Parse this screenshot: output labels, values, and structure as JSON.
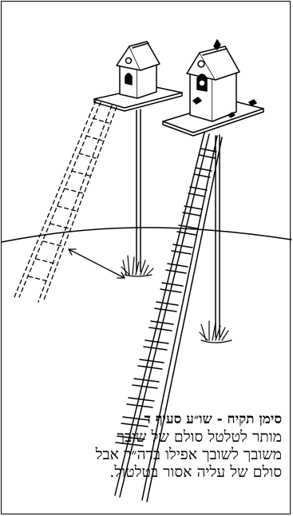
{
  "caption": {
    "title": "סימן תקיח - שו״ע סעיף ד",
    "lines": [
      "מותר לטלטל סולם  של שובך",
      "משובך לשובך אפילו ברה״ר אבל",
      "סולם של עליה אסור בטלטול."
    ]
  },
  "illustration": {
    "objects": [
      "dovecote-left",
      "dovecote-right",
      "ladder-moving-dashed",
      "ladder-standing",
      "grass-tufts",
      "ground-line",
      "movement-arrow"
    ]
  }
}
